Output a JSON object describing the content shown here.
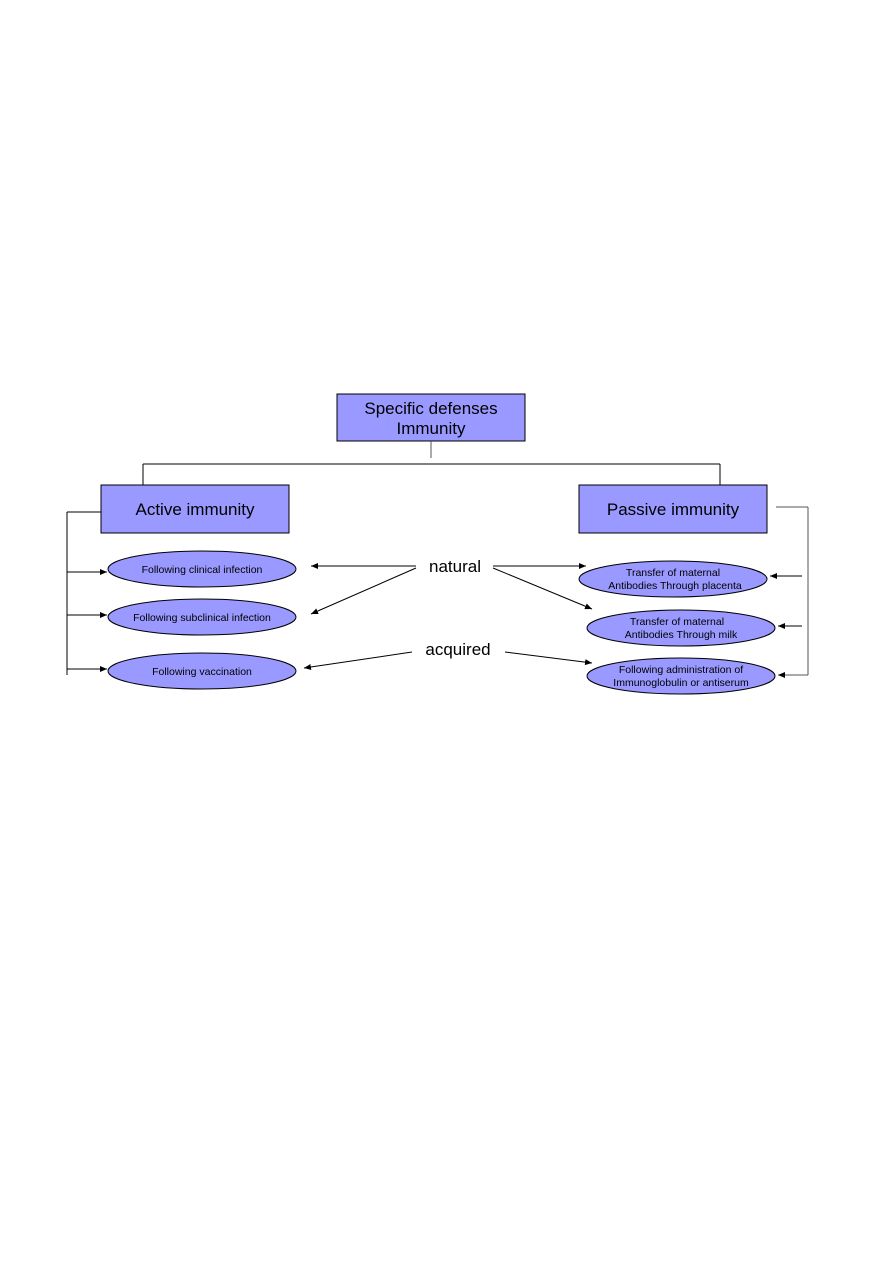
{
  "colors": {
    "node_fill": "#9999ff",
    "stroke": "#000000"
  },
  "root": {
    "line1": "Specific defenses",
    "line2": "Immunity"
  },
  "active": {
    "label": "Active immunity",
    "items": [
      "Following  clinical infection",
      "Following  subclinical  infection",
      "Following  vaccination"
    ]
  },
  "passive": {
    "label": "Passive immunity",
    "items": [
      {
        "line1": "Transfer  of  maternal",
        "line2": "Antibodies  Through  placenta"
      },
      {
        "line1": "Transfer  of  maternal",
        "line2": "Antibodies  Through  milk"
      },
      {
        "line1": "Following  administration  of",
        "line2": "Immunoglobulin   or  antiserum"
      }
    ]
  },
  "labels": {
    "natural": "natural",
    "acquired": "acquired"
  }
}
